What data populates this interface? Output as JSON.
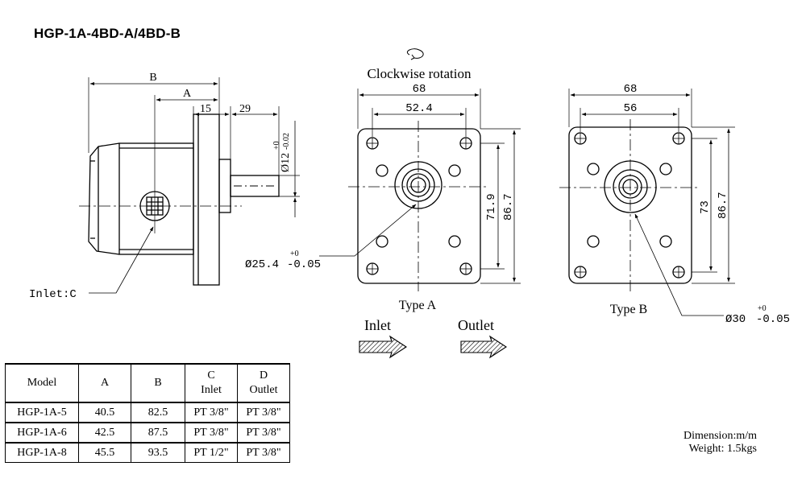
{
  "title": "HGP-1A-4BD-A/4BD-B",
  "side_view": {
    "dim_B": "B",
    "dim_A": "A",
    "dim_15": "15",
    "dim_29": "29",
    "shaft_dia": "Ø12",
    "shaft_tol_plus": "+0",
    "shaft_tol_minus": "-0.02",
    "inlet_label": "Inlet:C"
  },
  "type_a": {
    "rotation_label": "Clockwise rotation",
    "width": "68",
    "bolt_spacing": "52.4",
    "height_inner": "71.9",
    "height_outer": "86.7",
    "pilot_dia": "Ø25.4",
    "pilot_tol_plus": "+0",
    "pilot_tol_minus": "-0.05",
    "label": "Type A"
  },
  "type_b": {
    "width": "68",
    "bolt_spacing": "56",
    "height_inner": "73",
    "height_outer": "86.7",
    "pilot_dia": "Ø30",
    "pilot_tol_plus": "+0",
    "pilot_tol_minus": "-0.05",
    "label": "Type B"
  },
  "flow": {
    "inlet_label": "Inlet",
    "outlet_label": "Outlet"
  },
  "table": {
    "headers": [
      "Model",
      "A",
      "B",
      "C",
      "D"
    ],
    "subheaders": [
      "",
      "",
      "",
      "Inlet",
      "Outlet"
    ],
    "rows": [
      [
        "HGP-1A-5",
        "40.5",
        "82.5",
        "PT 3/8\"",
        "PT 3/8\""
      ],
      [
        "HGP-1A-6",
        "42.5",
        "87.5",
        "PT 3/8\"",
        "PT 3/8\""
      ],
      [
        "HGP-1A-8",
        "45.5",
        "93.5",
        "PT 1/2\"",
        "PT 3/8\""
      ]
    ]
  },
  "notes": {
    "dimension": "Dimension:m/m",
    "weight": "Weight: 1.5kgs"
  }
}
